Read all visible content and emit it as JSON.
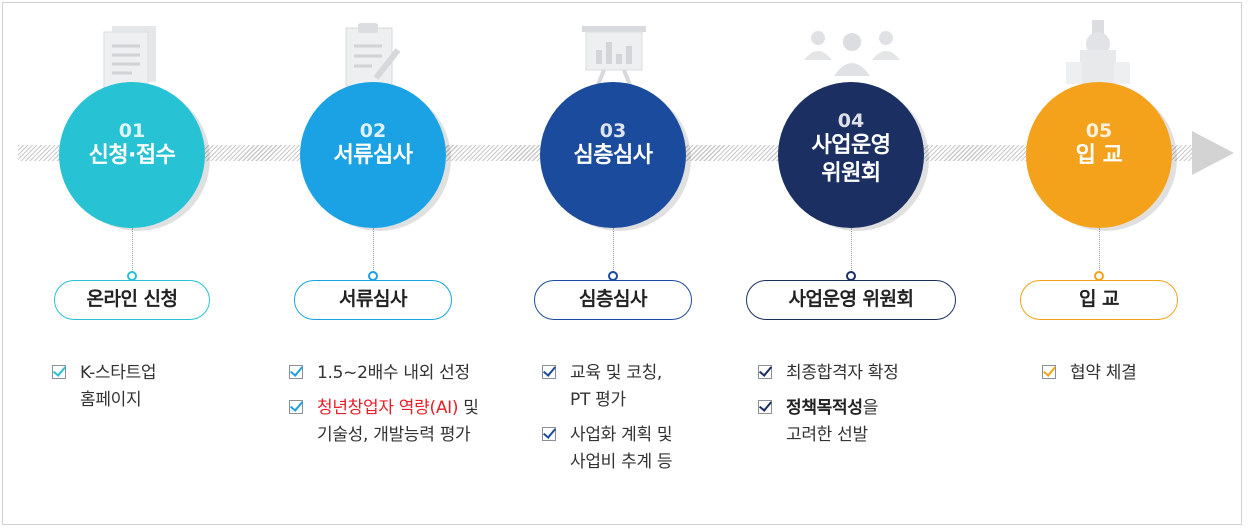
{
  "stages": [
    {
      "num": "01",
      "title": [
        "신청·접수"
      ],
      "label": "온라인 신청",
      "color": "#27c2d3",
      "icon": "document-icon",
      "items": [
        {
          "lines": [
            "K-스타트업",
            "홈페이지"
          ]
        }
      ]
    },
    {
      "num": "02",
      "title": [
        "서류심사"
      ],
      "label": "서류심사",
      "color": "#1aa2e4",
      "icon": "clipboard-pen-icon",
      "items": [
        {
          "lines": [
            "1.5~2배수 내외 선정"
          ]
        },
        {
          "red": "청년창업자 역량(AI)",
          "rest": " 및",
          "lines2": [
            "기술성, 개발능력 평가"
          ]
        }
      ]
    },
    {
      "num": "03",
      "title": [
        "심층심사"
      ],
      "label": "심층심사",
      "color": "#1b4b9d",
      "icon": "presentation-board-icon",
      "items": [
        {
          "lines": [
            "교육 및 코칭,",
            "PT 평가"
          ]
        },
        {
          "lines": [
            "사업화 계획 및",
            "사업비 추계 등"
          ]
        }
      ]
    },
    {
      "num": "04",
      "title": [
        "사업운영",
        "위원회"
      ],
      "label": "사업운영 위원회",
      "color": "#1b2f62",
      "icon": "people-group-icon",
      "items": [
        {
          "lines": [
            "최종합격자 확정"
          ]
        },
        {
          "bold": "정책목적성",
          "rest": "을",
          "lines2": [
            "고려한 선발"
          ]
        }
      ]
    },
    {
      "num": "05",
      "title": [
        "입 교"
      ],
      "label": "입 교",
      "color": "#f4a21c",
      "icon": "building-icon",
      "items": [
        {
          "lines": [
            "협약 체결"
          ]
        }
      ]
    }
  ]
}
